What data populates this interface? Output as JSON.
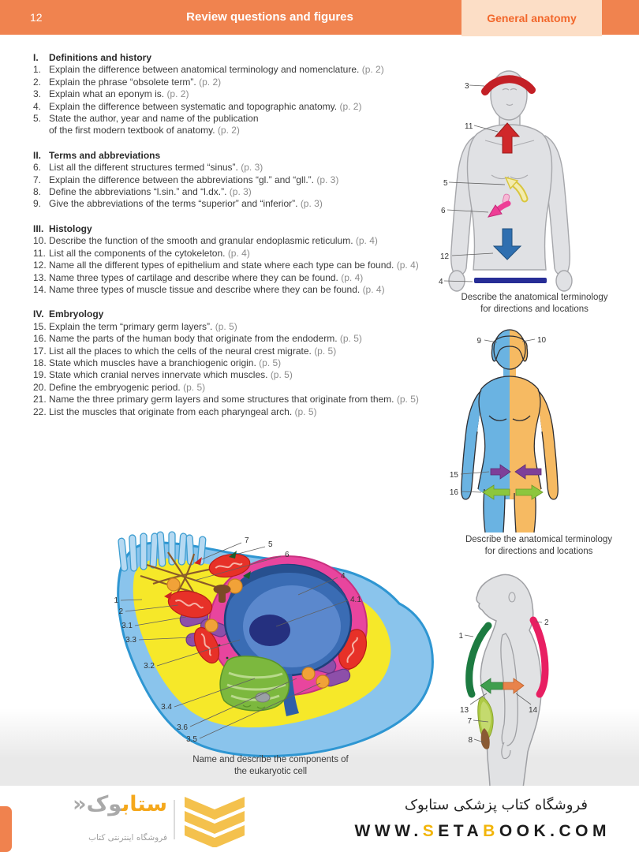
{
  "header": {
    "page_number": "12",
    "title": "Review questions and figures",
    "tab_label": "General anatomy"
  },
  "colors": {
    "header_bg": "#F0834F",
    "tab_bg": "#FCDEC6",
    "tab_text": "#F2672B",
    "page_ref_gray": "#8C8C8C",
    "accent_yellow": "#F2B50A",
    "footer_orange": "#F0824E"
  },
  "questions": {
    "sections": [
      {
        "numeral": "I.",
        "title": "Definitions and history",
        "items": [
          {
            "num": "1.",
            "text": "Explain the difference between anatomical terminology and nomenclature.",
            "page": "(p. 2)"
          },
          {
            "num": "2.",
            "text": "Explain the phrase “obsolete term”.",
            "page": "(p. 2)"
          },
          {
            "num": "3.",
            "text": "Explain what an eponym is.",
            "page": "(p. 2)"
          },
          {
            "num": "4.",
            "text": "Explain the difference between systematic and topographic anatomy.",
            "page": "(p. 2)"
          },
          {
            "num": "5.",
            "text": "State the author, year and name of the publication\nof the first modern textbook of anatomy.",
            "page": "(p. 2)"
          }
        ]
      },
      {
        "numeral": "II.",
        "title": "Terms and abbreviations",
        "items": [
          {
            "num": "6.",
            "text": "List all the different structures termed “sinus”.",
            "page": "(p. 3)"
          },
          {
            "num": "7.",
            "text": "Explain the difference between the abbreviations “gl.” and “gll.”.",
            "page": "(p. 3)"
          },
          {
            "num": "8.",
            "text": "Define the abbreviations “l.sin.” and “l.dx.”.",
            "page": "(p. 3)"
          },
          {
            "num": "9.",
            "text": "Give the abbreviations of the terms “superior” and “inferior”.",
            "page": "(p. 3)"
          }
        ]
      },
      {
        "numeral": "III.",
        "title": "Histology",
        "items": [
          {
            "num": "10.",
            "text": "Describe the function of the smooth and granular endoplasmic reticulum.",
            "page": "(p. 4)"
          },
          {
            "num": "11.",
            "text": "List all the components of the cytokeleton.",
            "page": "(p. 4)"
          },
          {
            "num": "12.",
            "text": "Name all the different types of epithelium and state where each type can be found.",
            "page": "(p. 4)"
          },
          {
            "num": "13.",
            "text": "Name three types of cartilage and describe where they can be found.",
            "page": "(p. 4)"
          },
          {
            "num": "14.",
            "text": "Name three types of muscle tissue and describe where they can be found.",
            "page": "(p. 4)"
          }
        ]
      },
      {
        "numeral": "IV.",
        "title": "Embryology",
        "items": [
          {
            "num": "15.",
            "text": "Explain the term “primary germ layers”.",
            "page": "(p. 5)"
          },
          {
            "num": "16.",
            "text": "Name the parts of the human body that originate from the endoderm.",
            "page": "(p. 5)"
          },
          {
            "num": "17.",
            "text": "List all the places to which the cells of the neural crest migrate.",
            "page": "(p. 5)"
          },
          {
            "num": "18.",
            "text": "State which muscles have a branchiogenic origin.",
            "page": "(p. 5)"
          },
          {
            "num": "19.",
            "text": "State which cranial nerves innervate which muscles.",
            "page": "(p. 5)"
          },
          {
            "num": "20.",
            "text": "Define the embryogenic period.",
            "page": "(p. 5)"
          },
          {
            "num": "21.",
            "text": "Name the three primary germ layers and some structures that originate from them.",
            "page": "(p. 5)"
          },
          {
            "num": "22.",
            "text": "List the muscles that originate from each pharyngeal arch.",
            "page": "(p. 5)"
          }
        ]
      }
    ]
  },
  "figures": {
    "fig1": {
      "caption": [
        "Describe the anatomical terminology",
        "for directions and locations"
      ],
      "labels": {
        "arc": "3",
        "up_arrow": "11",
        "yellow_arrow": "5",
        "pink_arrow": "6",
        "down_arrow": "12",
        "baseline_bar": "4"
      }
    },
    "fig2": {
      "caption": [
        "Describe the anatomical terminology",
        "for directions and locations"
      ],
      "labels": {
        "head_left": "9",
        "head_right": "10",
        "medial_arrows": "15",
        "lateral_arrows": "16"
      }
    },
    "fig3": {
      "labels": {
        "anterior_band": "1",
        "posterior_band": "2",
        "anterior_arrow": "13",
        "posterior_arrow": "14",
        "green_region": "7",
        "brown_region": "8"
      }
    },
    "cell": {
      "caption": [
        "Name and describe the components of",
        "the eukaryotic cell"
      ],
      "labels": {
        "m1": "1",
        "m2": "2",
        "m3_1": "3.1",
        "m3_2": "3.2",
        "m3_3": "3.3",
        "m3_4": "3.4",
        "m3_5": "3.5",
        "m3_6": "3.6",
        "m4": "4",
        "m4_1": "4.1",
        "m5": "5",
        "m6": "6",
        "m7": "7"
      }
    }
  },
  "footer": {
    "store_title_fa": "فروشگاه کتاب پزشکی ستابوک",
    "logo": {
      "wordmark_first": "ستاب",
      "wordmark_second": "وک«",
      "tagline_fa": "فروشگاه اینترنتی کتاب"
    },
    "url": {
      "p1": "WWW.",
      "p2": "S",
      "p3": "ETA",
      "p4": "B",
      "p5": "OOK.COM"
    }
  }
}
